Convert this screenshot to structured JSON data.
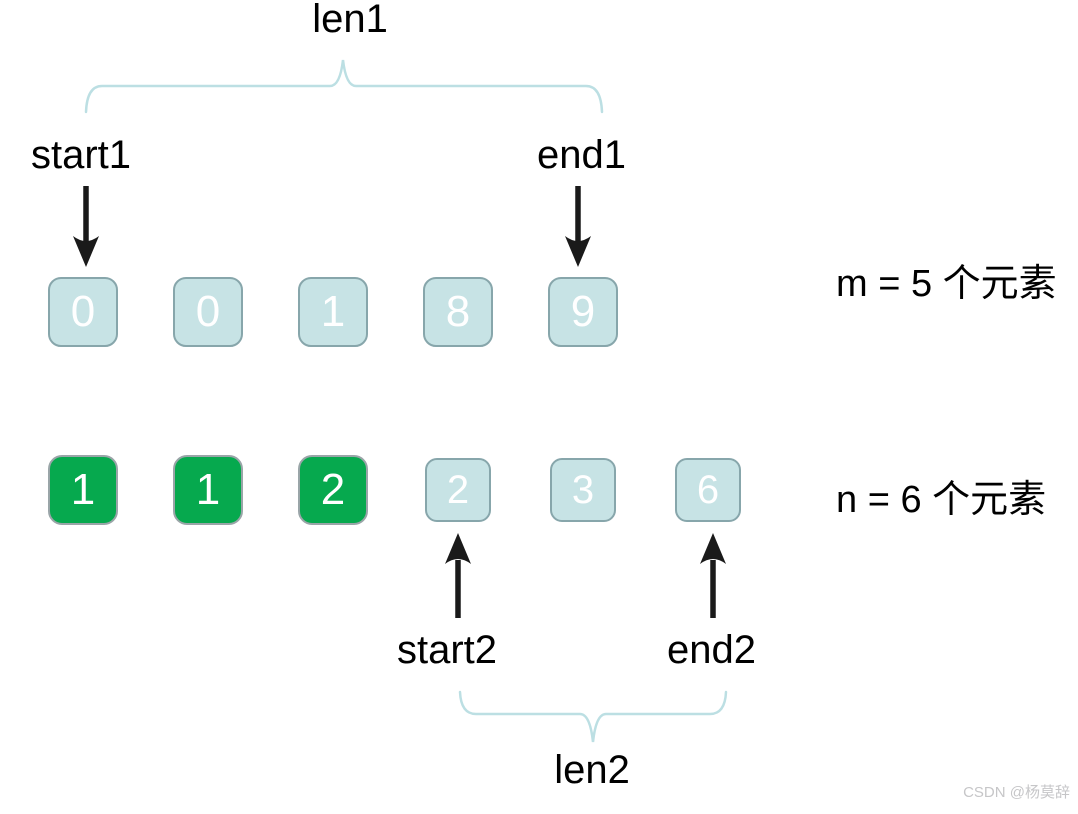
{
  "colors": {
    "box_blue_fill": "#c7e3e5",
    "box_blue_border": "#87a6ab",
    "box_green_fill": "#06a94e",
    "box_green_border": "#9aa5a8",
    "brace": "#bcdfe3",
    "arrow": "#1a1a1a",
    "watermark": "#c6c6c8"
  },
  "top_group": {
    "len_label": "len1",
    "start_label": "start1",
    "end_label": "end1"
  },
  "array1": {
    "values": [
      "0",
      "0",
      "1",
      "8",
      "9"
    ],
    "green_count": 0,
    "count_prefix": "m = 5 ",
    "count_suffix": "个元素"
  },
  "array2": {
    "values": [
      "1",
      "1",
      "2",
      "2",
      "3",
      "6"
    ],
    "green_count": 3,
    "count_prefix": "n = 6 ",
    "count_suffix": "个元素"
  },
  "bottom_group": {
    "start_label": "start2",
    "end_label": "end2",
    "len_label": "len2"
  },
  "watermark": "CSDN @杨莫辞"
}
